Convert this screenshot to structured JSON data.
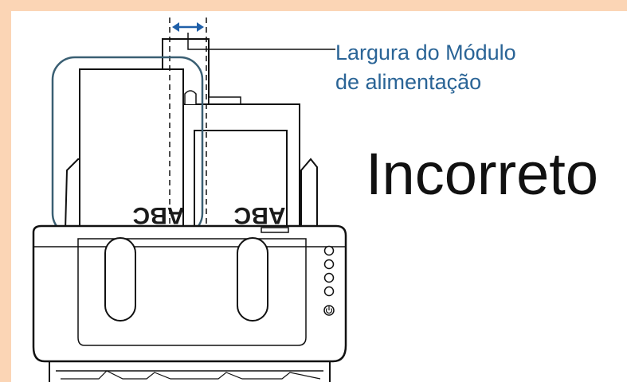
{
  "callout": {
    "line1": "Largura do Módulo",
    "line2": "de alimentação"
  },
  "verdict": "Incorreto",
  "paper_text": "ABC",
  "colors": {
    "frame": "#fbd5b5",
    "callout_text": "#2a6496",
    "highlight_outline": "#3a5f73",
    "arrow": "#1f5fa8"
  },
  "icons": [
    "power-icon"
  ]
}
